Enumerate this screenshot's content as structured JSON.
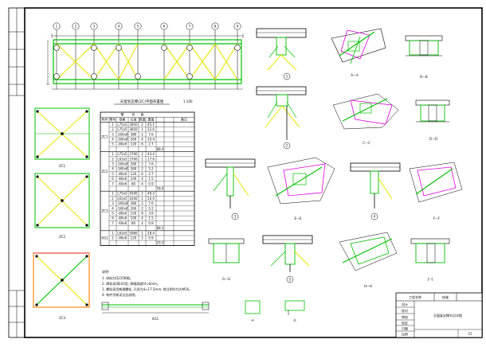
{
  "drawing": {
    "plan_caption": "天窗架支撑(ZC)平面布置图",
    "plan_scale": "1:100",
    "plan_axes": [
      "1",
      "2",
      "3",
      "4",
      "5",
      "6",
      "7",
      "8",
      "9"
    ],
    "sections": {
      "s1": "1",
      "s2": "2",
      "s3": "3",
      "s4": "4",
      "s5": "5",
      "aa": "A—A",
      "bb": "B—B",
      "cc": "C—C",
      "dd": "D—D",
      "ee": "E—E",
      "ff": "F—F",
      "gg": "G—G",
      "hh": "H—H",
      "jj": "J—J"
    },
    "brace_labels": {
      "zc1": "ZC1",
      "zc2": "ZC2",
      "zc3": "ZC3",
      "lg1": "XG1"
    },
    "small_details": {
      "d1": "④",
      "d2": "⑤"
    },
    "table": {
      "header_row1": [
        "",
        "",
        "零",
        "件",
        "表",
        "",
        "",
        "",
        ""
      ],
      "header_row2": [
        "构件",
        "零件",
        "规格",
        "长度",
        "数量",
        "重量",
        "",
        "",
        "备注"
      ],
      "groups": [
        {
          "name": "ZC1",
          "rows": [
            [
              "1",
              "L75x5",
              "3850",
              "2",
              "45.1",
              ""
            ],
            [
              "2",
              "L75x5",
              "3850",
              "1",
              "22.6",
              ""
            ],
            [
              "3",
              "-160x8",
              "380",
              "2",
              "7.6",
              ""
            ],
            [
              "4",
              "-160x8",
              "260",
              "4",
              "10.4",
              ""
            ],
            [
              "5",
              "-80x6",
              "120",
              "6",
              "2.7",
              ""
            ]
          ],
          "subtotal": "88.4"
        },
        {
          "name": "ZC2",
          "rows": [
            [
              "1",
              "L75x5",
              "3700",
              "2",
              "43.4",
              ""
            ],
            [
              "2",
              "L63x5",
              "3700",
              "1",
              "17.6",
              ""
            ],
            [
              "3",
              "-160x8",
              "380",
              "2",
              "7.6",
              ""
            ],
            [
              "4",
              "-160x8",
              "260",
              "2",
              "5.2",
              ""
            ],
            [
              "5",
              "-80x6",
              "120",
              "6",
              "2.7",
              ""
            ],
            [
              "6",
              "-80x6",
              "100",
              "4",
              "1.5",
              ""
            ],
            [
              "7",
              "-60x6",
              "80",
              "4",
              "0.9",
              ""
            ]
          ],
          "subtotal": "78.9"
        },
        {
          "name": "ZC3",
          "rows": [
            [
              "1",
              "L75x5",
              "4200",
              "2",
              "49.3",
              ""
            ],
            [
              "2",
              "L63x5",
              "4200",
              "1",
              "20.0",
              ""
            ],
            [
              "3",
              "-160x8",
              "380",
              "2",
              "7.6",
              ""
            ],
            [
              "4",
              "-160x8",
              "260",
              "2",
              "5.2",
              ""
            ],
            [
              "5",
              "-80x6",
              "120",
              "8",
              "3.6",
              ""
            ],
            [
              "6",
              "-80x6",
              "100",
              "4",
              "1.5",
              ""
            ],
            [
              "7",
              "-60x6",
              "80",
              "4",
              "0.9",
              ""
            ]
          ],
          "subtotal": "88.1"
        },
        {
          "name": "XG1",
          "rows": [
            [
              "1",
              "L63x5",
              "5960",
              "1",
              "28.4",
              ""
            ],
            [
              "2",
              "-80x6",
              "120",
              "2",
              "0.9",
              ""
            ]
          ],
          "subtotal": "29.3"
        }
      ]
    },
    "notes": [
      "说明:",
      "1. 材料为Q235B钢。",
      "2. 焊条采用E43型, 焊缝高度hf=6mm。",
      "3. 螺栓采用普通螺栓, 孔径为d=17.5mm, 除注明外均为M16。",
      "4. 构件涂装详见总说明。"
    ],
    "title_block": {
      "project_label": "工程名称",
      "sheet_no": "结施",
      "drawing_title": "天窗架支撑节点详图",
      "rows": [
        "设计",
        "校对",
        "审核",
        "审定",
        "日期",
        "比例"
      ],
      "page": "15"
    }
  },
  "colors": {
    "background": "#ffffff",
    "line": "#000000",
    "green": "#00c000",
    "yellow": "#e6e600",
    "magenta": "#e000e0",
    "red": "#e03030",
    "orange": "#ff8000"
  }
}
